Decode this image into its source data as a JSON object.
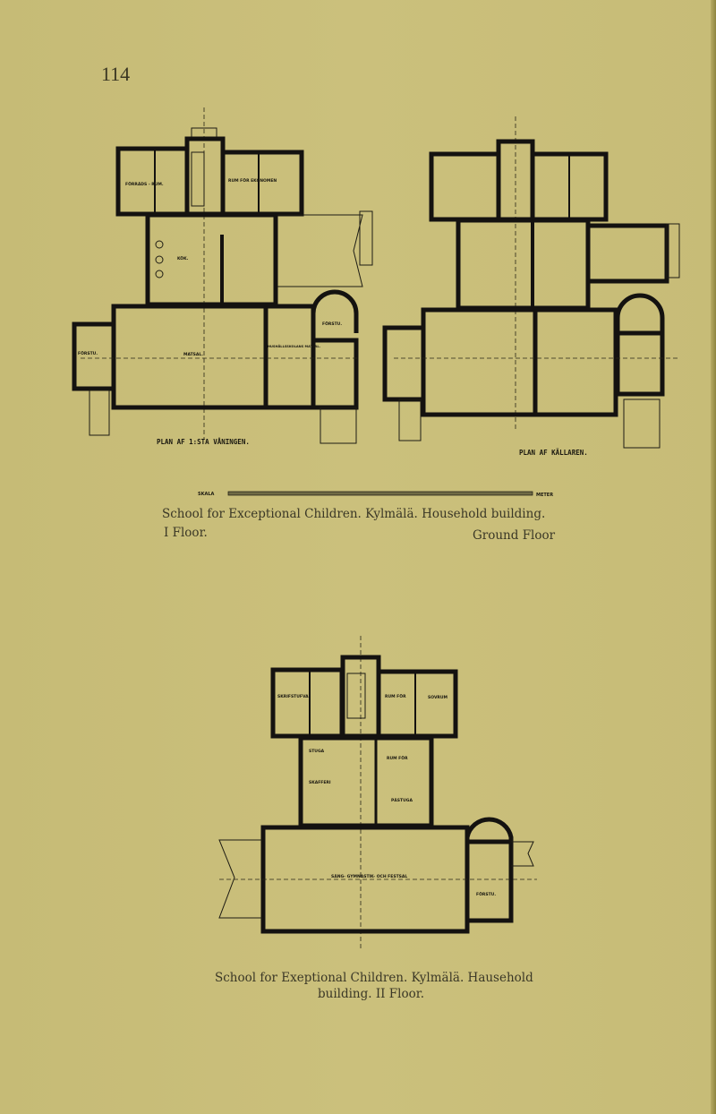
{
  "page_number": "114",
  "plans": {
    "first_floor": {
      "title": "PLAN AF 1:STA VÅNINGEN.",
      "rooms": [
        "FÖRRÅDS - RUM.",
        "RUM FÖR EKONOMEN",
        "KÖK.",
        "MATSAL.",
        "FÖRSTU.",
        "HUSHÅLLSSKOLANS MATSAL.",
        "FÖRSTU."
      ]
    },
    "ground_floor": {
      "title": "PLAN AF KÄLLAREN."
    },
    "second_floor": {
      "rooms": [
        "SKRIFSTUFVA",
        "RUM FÖR",
        "STUGA",
        "SKAFFERI",
        "RUM FÖR",
        "PÅSTUGA",
        "SOVRUM",
        "SÅNG- GYMNASTIK- OCH FESTSAL",
        "FÖRSTU."
      ]
    }
  },
  "scale_bar": {
    "left_label": "SKALA",
    "right_label": "METER"
  },
  "captions": {
    "top_line": "School for Exceptional Children.  Kylmälä.  Household building.",
    "top_left_sub": "I Floor.",
    "top_right_sub": "Ground Floor",
    "bottom_line1": "School for Exeptional Children.  Kylmälä.  Hausehold",
    "bottom_line2": "building.  II Floor."
  }
}
